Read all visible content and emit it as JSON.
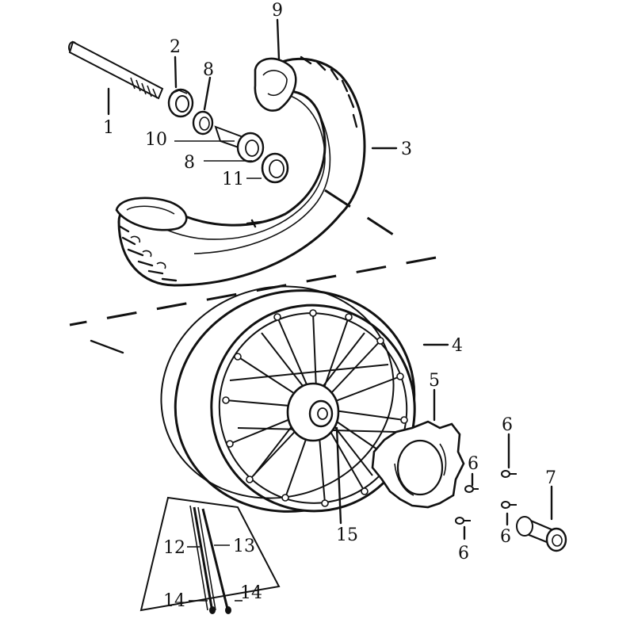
{
  "callouts": [
    {
      "id": "c1",
      "text": "1"
    },
    {
      "id": "c2",
      "text": "2"
    },
    {
      "id": "c3",
      "text": "3"
    },
    {
      "id": "c4",
      "text": "4"
    },
    {
      "id": "c5",
      "text": "5"
    },
    {
      "id": "c6a",
      "text": "6"
    },
    {
      "id": "c6b",
      "text": "6"
    },
    {
      "id": "c6c",
      "text": "6"
    },
    {
      "id": "c6d",
      "text": "6"
    },
    {
      "id": "c7",
      "text": "7"
    },
    {
      "id": "c8a",
      "text": "8"
    },
    {
      "id": "c8b",
      "text": "8"
    },
    {
      "id": "c9",
      "text": "9"
    },
    {
      "id": "c10",
      "text": "10"
    },
    {
      "id": "c11",
      "text": "11"
    },
    {
      "id": "c12",
      "text": "12"
    },
    {
      "id": "c13",
      "text": "13"
    },
    {
      "id": "c14a",
      "text": "14"
    },
    {
      "id": "c14b",
      "text": "14"
    },
    {
      "id": "c15",
      "text": "15"
    }
  ]
}
